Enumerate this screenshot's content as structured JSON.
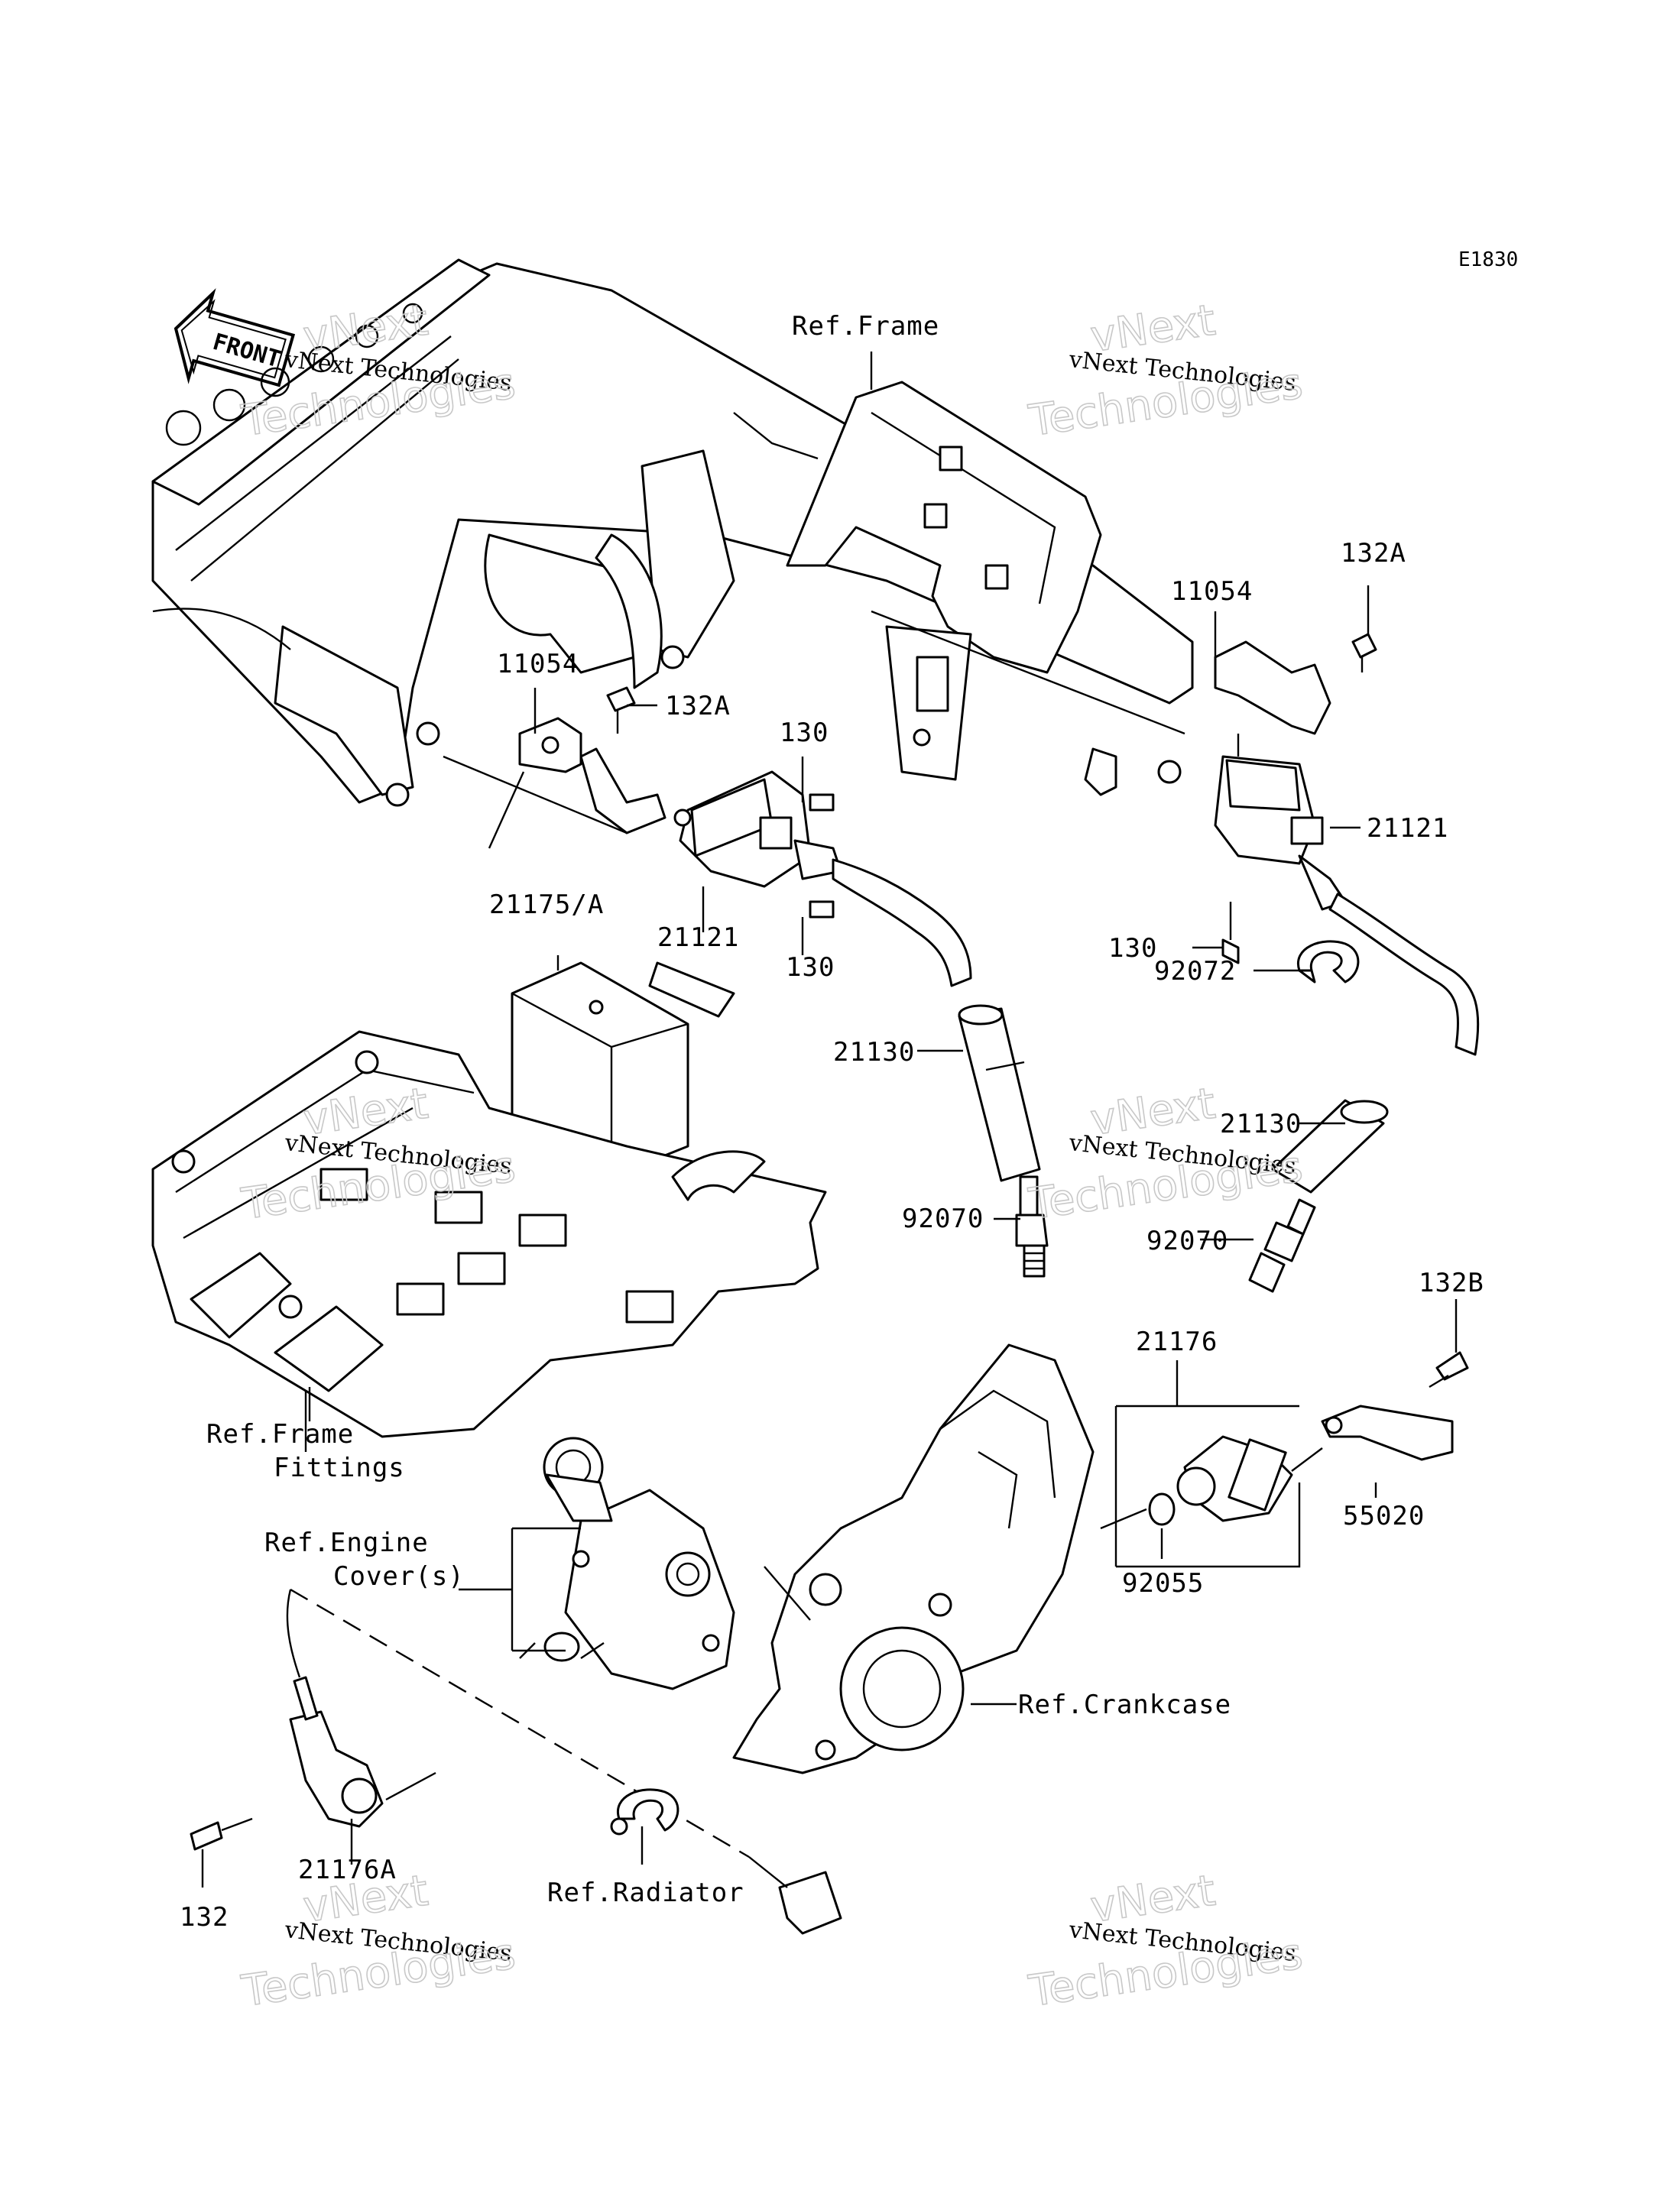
{
  "diagram_code": "E1830",
  "front_arrow": {
    "label": "FRONT",
    "icon": "front-direction-arrow-icon"
  },
  "watermarks": [
    {
      "line1": "vNext Technologies",
      "line2": "vNext",
      "line3": "Technologies"
    },
    {
      "line1": "vNext Technologies",
      "line2": "vNext",
      "line3": "Technologies"
    },
    {
      "line1": "vNext Technologies",
      "line2": "vNext",
      "line3": "Technologies"
    },
    {
      "line1": "vNext Technologies",
      "line2": "vNext",
      "line3": "Technologies"
    },
    {
      "line1": "vNext Technologies",
      "line2": "vNext",
      "line3": "Technologies"
    },
    {
      "line1": "vNext Technologies",
      "line2": "vNext",
      "line3": "Technologies"
    }
  ],
  "refs": {
    "frame": "Ref.Frame",
    "frame_fittings_1": "Ref.Frame",
    "frame_fittings_2": "Fittings",
    "engine_cover_1": "Ref.Engine",
    "engine_cover_2": "Cover(s)",
    "crankcase": "Ref.Crankcase",
    "radiator": "Ref.Radiator"
  },
  "parts": {
    "p11054_left": "11054",
    "p132a_left": "132A",
    "p130_upper": "130",
    "p21175a": "21175/A",
    "p21121_left": "21121",
    "p130_lower": "130",
    "p11054_right": "11054",
    "p132a_right": "132A",
    "p21121_right": "21121",
    "p130_right": "130",
    "p92072": "92072",
    "p21130_left": "21130",
    "p21130_right": "21130",
    "p92070_left": "92070",
    "p92070_right": "92070",
    "p132b": "132B",
    "p21176": "21176",
    "p55020": "55020",
    "p92055": "92055",
    "p21176a": "21176A",
    "p132": "132"
  }
}
